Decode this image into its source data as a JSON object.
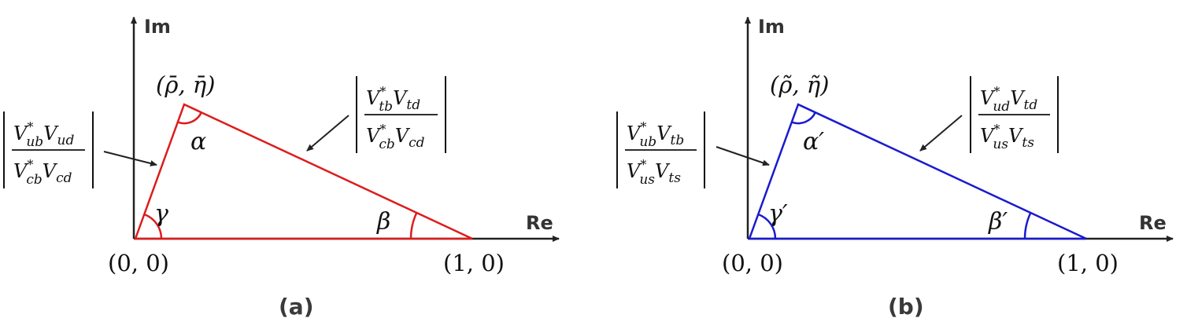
{
  "colors": {
    "panel_a": "#dd1c1c",
    "panel_b": "#1a1ad0",
    "axis": "#222222"
  },
  "axes": {
    "real_label": "Re",
    "imag_label": "Im"
  },
  "panels": [
    {
      "label": "(a)",
      "apex_label": "(ρ̄, η̄)",
      "origin_label": "(0, 0)",
      "unit_label": "(1, 0)",
      "alpha": "α",
      "beta": "β",
      "gamma": "γ",
      "left_side": {
        "num": [
          "V",
          "ub",
          "*",
          "V",
          "ud"
        ],
        "den": [
          "V",
          "cb",
          "*",
          "V",
          "cd"
        ]
      },
      "right_side": {
        "num": [
          "V",
          "tb",
          "*",
          "V",
          "td"
        ],
        "den": [
          "V",
          "cb",
          "*",
          "V",
          "cd"
        ]
      }
    },
    {
      "label": "(b)",
      "apex_label": "(ρ̃, η̃)",
      "origin_label": "(0, 0)",
      "unit_label": "(1, 0)",
      "alpha": "α′",
      "beta": "β′",
      "gamma": "γ′",
      "left_side": {
        "num": [
          "V",
          "ub",
          "*",
          "V",
          "tb"
        ],
        "den": [
          "V",
          "us",
          "*",
          "V",
          "ts"
        ]
      },
      "right_side": {
        "num": [
          "V",
          "ud",
          "*",
          "V",
          "td"
        ],
        "den": [
          "V",
          "us",
          "*",
          "V",
          "ts"
        ]
      }
    }
  ]
}
